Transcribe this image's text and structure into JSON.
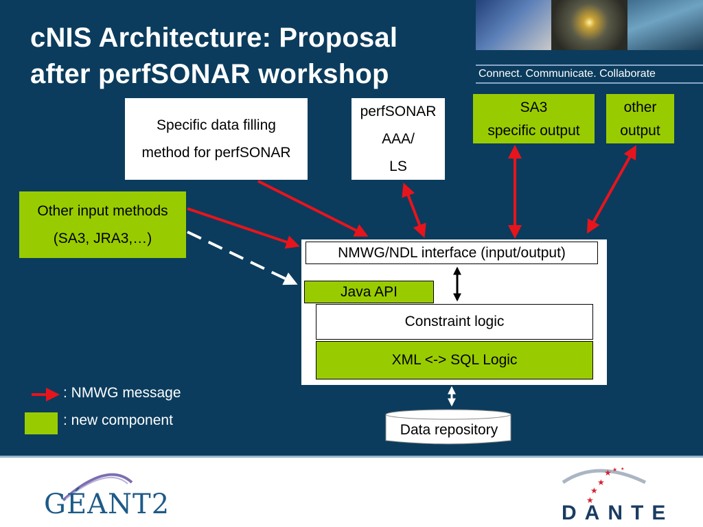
{
  "title": {
    "line1": "cNIS Architecture: Proposal",
    "line2": "after perfSONAR workshop"
  },
  "tagline": "Connect. Communicate. Collaborate",
  "boxes": {
    "specific_filling": [
      "Specific data filling",
      "method for perfSONAR"
    ],
    "perfsonar": [
      "perfSONAR",
      "AAA/",
      "LS"
    ],
    "sa3": [
      "SA3",
      "specific output"
    ],
    "other_output": [
      "other",
      "output"
    ],
    "other_input": [
      "Other input methods",
      "(SA3, JRA3,…)"
    ],
    "nmwg_interface": "NMWG/NDL interface (input/output)",
    "java_api": "Java API",
    "constraint_logic": "Constraint logic",
    "xml_sql": "XML <-> SQL Logic",
    "data_repository": "Data repository"
  },
  "legend": {
    "nmwg": ": NMWG message",
    "new_component": ": new component"
  },
  "logos": {
    "geant": "GÉANT2",
    "dante": "DANTE"
  },
  "colors": {
    "background": "#0b3c5d",
    "new_component": "#99cc00",
    "nmwg_arrow": "#e8141c"
  }
}
